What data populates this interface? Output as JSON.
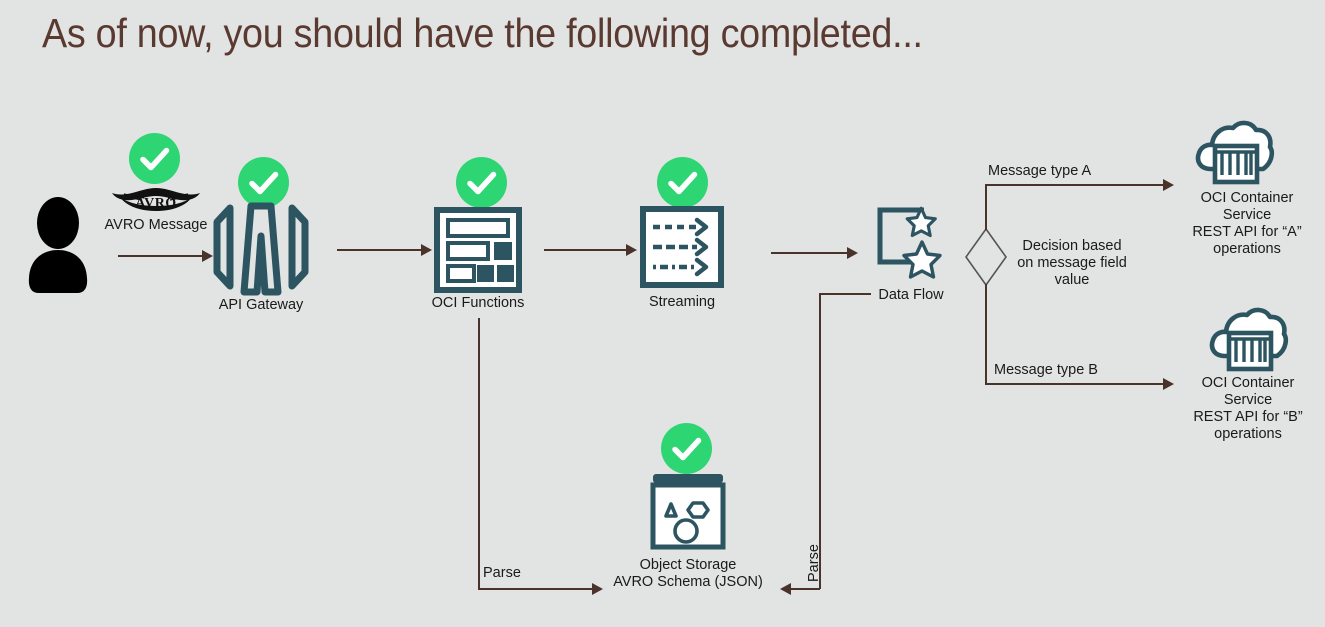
{
  "slide": {
    "title": "As of now, you should have the following completed...",
    "background_color": "#e2e3e3",
    "title_color": "#5a3a30",
    "accent_color": "#2ed573",
    "icon_color": "#2c5561",
    "connector_color": "#4a332b"
  },
  "nodes": {
    "user": {
      "label": ""
    },
    "avro_message": {
      "label": "AVRO Message",
      "logo_text": "AVRO",
      "completed": true
    },
    "api_gateway": {
      "label": "API Gateway",
      "completed": true
    },
    "oci_functions": {
      "label": "OCI Functions",
      "completed": true
    },
    "streaming": {
      "label": "Streaming",
      "completed": true
    },
    "data_flow": {
      "label": "Data Flow",
      "completed": false
    },
    "decision": {
      "label": "Decision based\non message field\nvalue"
    },
    "object_storage": {
      "label": "Object Storage\nAVRO Schema (JSON)",
      "completed": true
    },
    "container_a": {
      "label": "OCI Container\nService\nREST API for “A”\noperations"
    },
    "container_b": {
      "label": "OCI Container\nService\nREST API for “B”\noperations"
    }
  },
  "edges": {
    "user_to_gateway": {
      "label": ""
    },
    "gateway_to_functions": {
      "label": ""
    },
    "functions_to_streaming": {
      "label": ""
    },
    "streaming_to_dataflow": {
      "label": ""
    },
    "functions_to_storage": {
      "label": "Parse"
    },
    "dataflow_to_storage": {
      "label": "Parse"
    },
    "type_a": {
      "label": "Message type A"
    },
    "type_b": {
      "label": "Message type B"
    }
  }
}
